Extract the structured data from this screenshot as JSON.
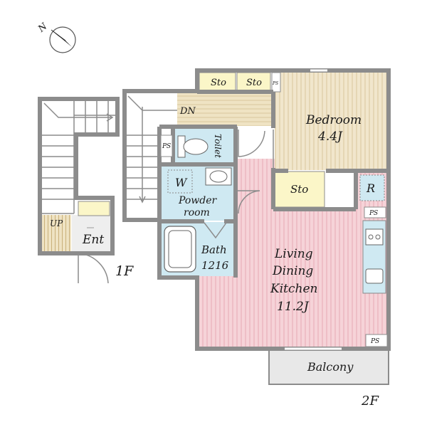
{
  "compass": {
    "label": "N",
    "icon": "north-arrow-icon"
  },
  "floors": {
    "first": "1F",
    "second": "2F"
  },
  "rooms": {
    "entrance": "Ent",
    "up_stairs": "UP",
    "down_stairs": "DN",
    "storage_1": "Sto",
    "storage_2": "Sto",
    "storage_3": "Sto",
    "ps_small": "PS",
    "ps_toilet": "PS",
    "ps_kitchen": "PS",
    "ps_corner": "PS",
    "bedroom_name": "Bedroom",
    "bedroom_size": "4.4J",
    "toilet": "Toilet",
    "washer": "W",
    "powder_1": "Powder",
    "powder_2": "room",
    "bath_name": "Bath",
    "bath_size": "1216",
    "ldk_1": "Living",
    "ldk_2": "Dining",
    "ldk_3": "Kitchen",
    "ldk_size": "11.2J",
    "refrigerator": "R",
    "balcony": "Balcony"
  },
  "colors": {
    "wall": "#8c8c8c",
    "bedroom_floor": "#f1e6cc",
    "ldk_floor": "#f6d3d8",
    "wet_area": "#cfe9f2",
    "storage": "#fbf6c8",
    "balcony": "#e8e8e8",
    "stair_floor": "#efe3c3"
  }
}
